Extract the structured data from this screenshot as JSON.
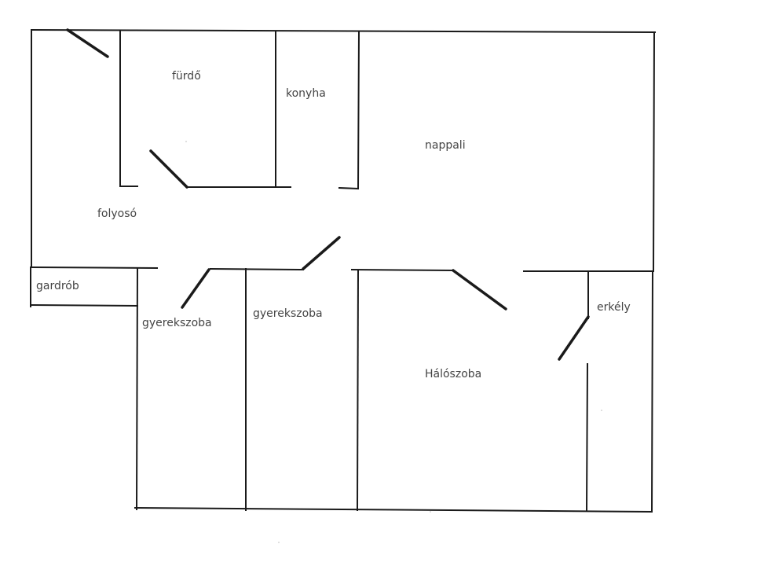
{
  "rooms": {
    "furdo": "fürdő",
    "konyha": "konyha",
    "nappali": "nappali",
    "folyoso": "folyosó",
    "gardrob": "gardrób",
    "gyerekszoba_1": "gyerekszoba",
    "gyerekszoba_2": "gyerekszoba",
    "haloszoba": "Hálószoba",
    "erkely": "erkély"
  },
  "colors": {
    "ink": "#1a1a1a",
    "label": "#444444",
    "paper": "#ffffff"
  }
}
